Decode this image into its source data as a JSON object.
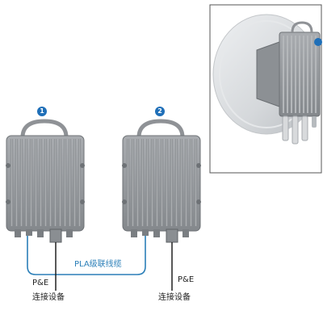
{
  "colors": {
    "badge": "#1f6fb8",
    "cable": "#2b7fb8",
    "device_body": "#9a9da1",
    "device_dark": "#6e7276",
    "inset_border": "#555555"
  },
  "units": [
    {
      "number": "1",
      "bottom_label_top": "P&E",
      "bottom_label_bottom": "连接设备"
    },
    {
      "number": "2",
      "bottom_label_top": "P&E",
      "bottom_label_bottom": "连接设备"
    }
  ],
  "cable": {
    "label": "PLA级联线缆"
  }
}
